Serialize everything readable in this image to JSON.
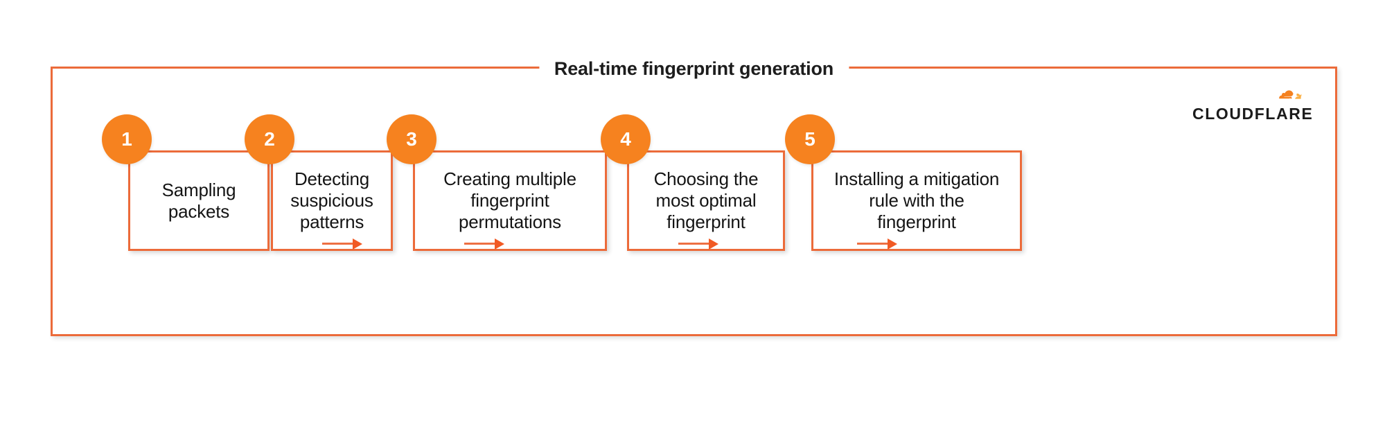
{
  "panel": {
    "title": "Real-time fingerprint generation",
    "border_color": "#ec6b3a",
    "background_color": "#ffffff"
  },
  "brand": {
    "name": "CLOUDFLARE",
    "cloud_icon": "cloudflare-cloud-icon",
    "orange_dark": "#f48120",
    "orange_light": "#faad3f"
  },
  "accent": {
    "badge_orange": "#f6821f",
    "line_orange": "#ee7043",
    "arrow_orange": "#f15a24",
    "text_black": "#141414"
  },
  "steps": [
    {
      "number": "1",
      "label": "Sampling\npackets"
    },
    {
      "number": "2",
      "label": "Detecting\nsuspicious\npatterns"
    },
    {
      "number": "3",
      "label": "Creating multiple\nfingerprint\npermutations"
    },
    {
      "number": "4",
      "label": "Choosing the\nmost optimal\nfingerprint"
    },
    {
      "number": "5",
      "label": "Installing a mitigation\nrule with the\nfingerprint"
    }
  ],
  "connectors": [
    {
      "from": "1",
      "to": "2"
    },
    {
      "from": "2",
      "to": "3"
    },
    {
      "from": "3",
      "to": "4"
    },
    {
      "from": "4",
      "to": "5"
    }
  ]
}
